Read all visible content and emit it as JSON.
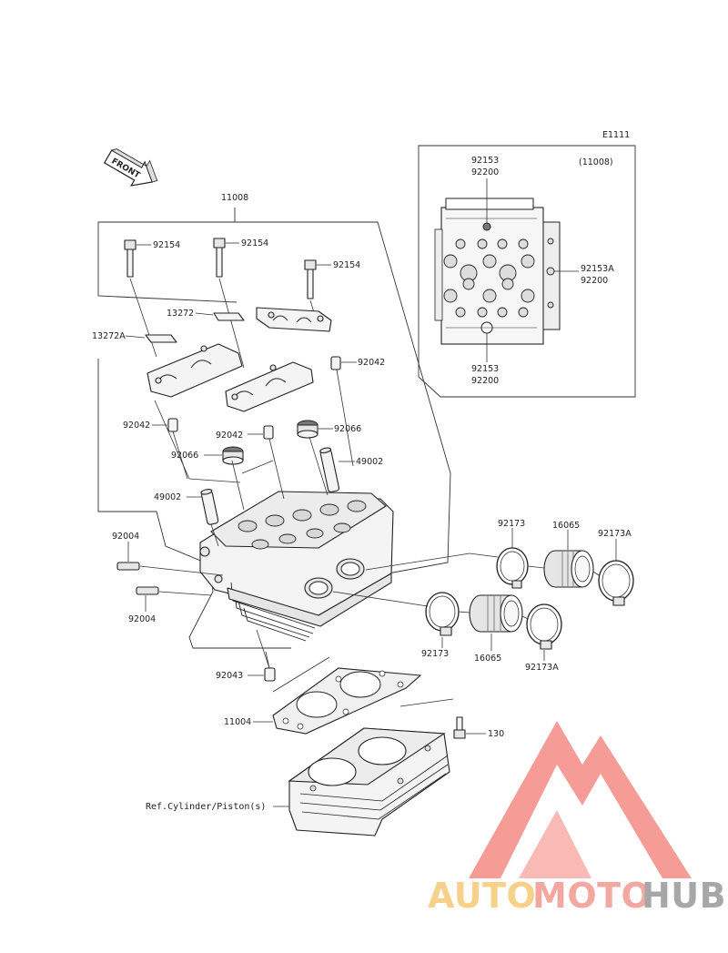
{
  "diagram_code": "E1111",
  "front_label": "FRONT",
  "inset": {
    "title": "(11008)",
    "callouts": [
      {
        "part": "92153",
        "sub": "92200"
      },
      {
        "part": "92153A",
        "sub": "92200"
      },
      {
        "part": "92153",
        "sub": "92200"
      }
    ]
  },
  "labels": {
    "head_assembly": "11008",
    "bolt_a": "92154",
    "bolt_b": "92154",
    "bolt_c": "92154",
    "holder_plate": "13272",
    "holder_plate_a": "13272A",
    "dowel_upper": "92042",
    "dowel_left": "92042",
    "dowel_mid": "92042",
    "seal_left": "92066",
    "seal_right": "92066",
    "guide_left": "49002",
    "guide_right": "49002",
    "stud_upper": "92004",
    "stud_lower": "92004",
    "clamp_top": "92173",
    "holder_top": "16065",
    "clamp_a_top": "92173A",
    "clamp_bottom": "92173",
    "holder_bottom": "16065",
    "clamp_a_bottom": "92173A",
    "dowel_lower": "92043",
    "gasket": "11004",
    "cylinder_bolt": "130",
    "cylinder_ref": "Ref.Cylinder/Piston(s)"
  },
  "watermark": {
    "text_a": "AUTO",
    "text_b": "MOTO",
    "text_c": "HUB",
    "color_a": "#f5c163",
    "color_b": "#f08a82",
    "color_c": "#8a8a8a",
    "logo_color": "#f27b73"
  }
}
